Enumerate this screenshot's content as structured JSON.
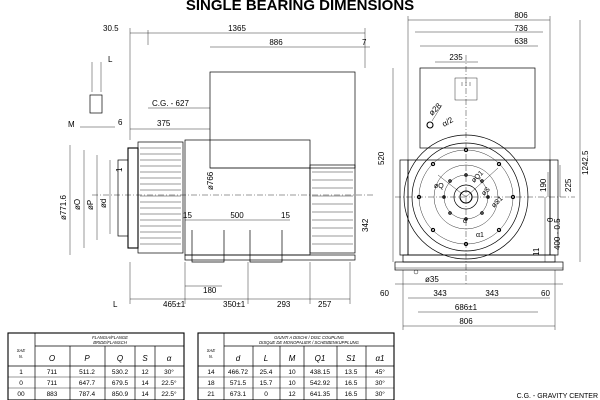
{
  "title": "SINGLE BEARING DIMENSIONS",
  "side_view": {
    "dims": {
      "d30_5": "30.5",
      "d1365": "1365",
      "d886": "886",
      "d7": "7",
      "L_top": "L",
      "M": "M",
      "d6": "6",
      "d375": "375",
      "cg": "C.G. - 627",
      "d1": "1",
      "d766": "ø766",
      "d771_6": "ø771.6",
      "O": "øO",
      "P": "øP",
      "d": "ød",
      "d15a": "15",
      "d500": "500",
      "d15b": "15",
      "d342": "342",
      "d180": "180",
      "L_bot": "L",
      "d465": "465±1",
      "d350": "350±1",
      "d293": "293",
      "d257": "257"
    }
  },
  "end_view": {
    "dims": {
      "d806_top": "806",
      "d736": "736",
      "d638": "638",
      "d235": "235",
      "d28": "ø28",
      "a2": "α/2",
      "d520": "520",
      "d1242": "1242.5",
      "Q": "øQ",
      "Q1": "øQ1",
      "S": "øS",
      "S1": "øS1",
      "a": "α",
      "a1": "α1",
      "d190": "190",
      "d225": "225",
      "d400": "400 - 0.5",
      "d0": "0",
      "d11": "11",
      "d35": "ø35",
      "d60l": "60",
      "d343l": "343",
      "d343r": "343",
      "d60r": "60",
      "d686": "686±1",
      "d806_bot": "806"
    }
  },
  "flange_table": {
    "title_lines": [
      "FLANGIA/FLANGE",
      "BRIDE/FLANSCH"
    ],
    "col_sae": [
      "SAE",
      "N."
    ],
    "columns": [
      "O",
      "P",
      "Q",
      "S",
      "α"
    ],
    "rows": [
      [
        "1",
        "711",
        "511.2",
        "530.2",
        "12",
        "30°"
      ],
      [
        "0",
        "711",
        "647.7",
        "679.5",
        "14",
        "22.5°"
      ],
      [
        "00",
        "883",
        "787.4",
        "850.9",
        "14",
        "22.5°"
      ]
    ]
  },
  "coupling_table": {
    "title_lines": [
      "GIUNTI A DISCHI / DISC COUPLING",
      "DISQUE DE MONOPALIER / SCHEIBENKUPPLUNG"
    ],
    "col_sae": [
      "SAE",
      "N."
    ],
    "columns": [
      "d",
      "L",
      "M",
      "Q1",
      "S1",
      "α1"
    ],
    "rows": [
      [
        "14",
        "466.72",
        "25.4",
        "10",
        "438.15",
        "13.5",
        "45°"
      ],
      [
        "18",
        "571.5",
        "15.7",
        "10",
        "542.92",
        "16.5",
        "30°"
      ],
      [
        "21",
        "673.1",
        "0",
        "12",
        "641.35",
        "16.5",
        "30°"
      ]
    ]
  },
  "footnote": "C.G. - GRAVITY CENTER"
}
